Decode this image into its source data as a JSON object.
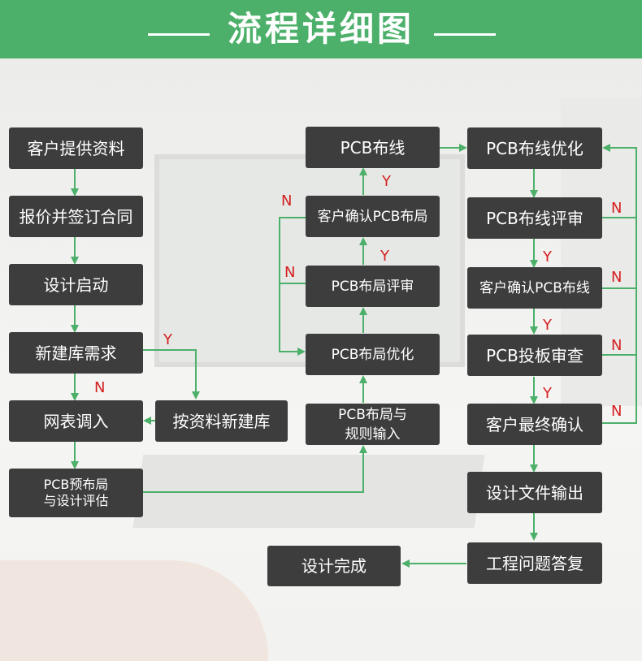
{
  "banner": {
    "title": "流程详细图"
  },
  "colors": {
    "banner": "#4cb06a",
    "node": "#3d3d3d",
    "arrow": "#4cb06a",
    "label": "#d42020"
  },
  "nodes": {
    "customer_provide_data": "客户提供资料",
    "quote_contract": "报价并签订合同",
    "design_start": "设计启动",
    "new_library_need": "新建库需求",
    "netlist_import": "网表调入",
    "build_library_by_data": "按资料新建库",
    "pcb_preplace_eval": "PCB预布局\n与设计评估",
    "pcb_place_rule_input": "PCB布局与\n规则输入",
    "pcb_place_optimize": "PCB布局优化",
    "pcb_place_review": "PCB布局评审",
    "customer_confirm_place": "客户确认PCB布局",
    "pcb_routing": "PCB布线",
    "pcb_route_optimize": "PCB布线优化",
    "pcb_route_review": "PCB布线评审",
    "customer_confirm_route": "客户确认PCB布线",
    "pcb_fab_review": "PCB投板审查",
    "customer_final_confirm": "客户最终确认",
    "design_file_output": "设计文件输出",
    "engineering_qa": "工程问题答复",
    "design_complete": "设计完成"
  },
  "labels": {
    "yes": "Y",
    "no": "N"
  }
}
